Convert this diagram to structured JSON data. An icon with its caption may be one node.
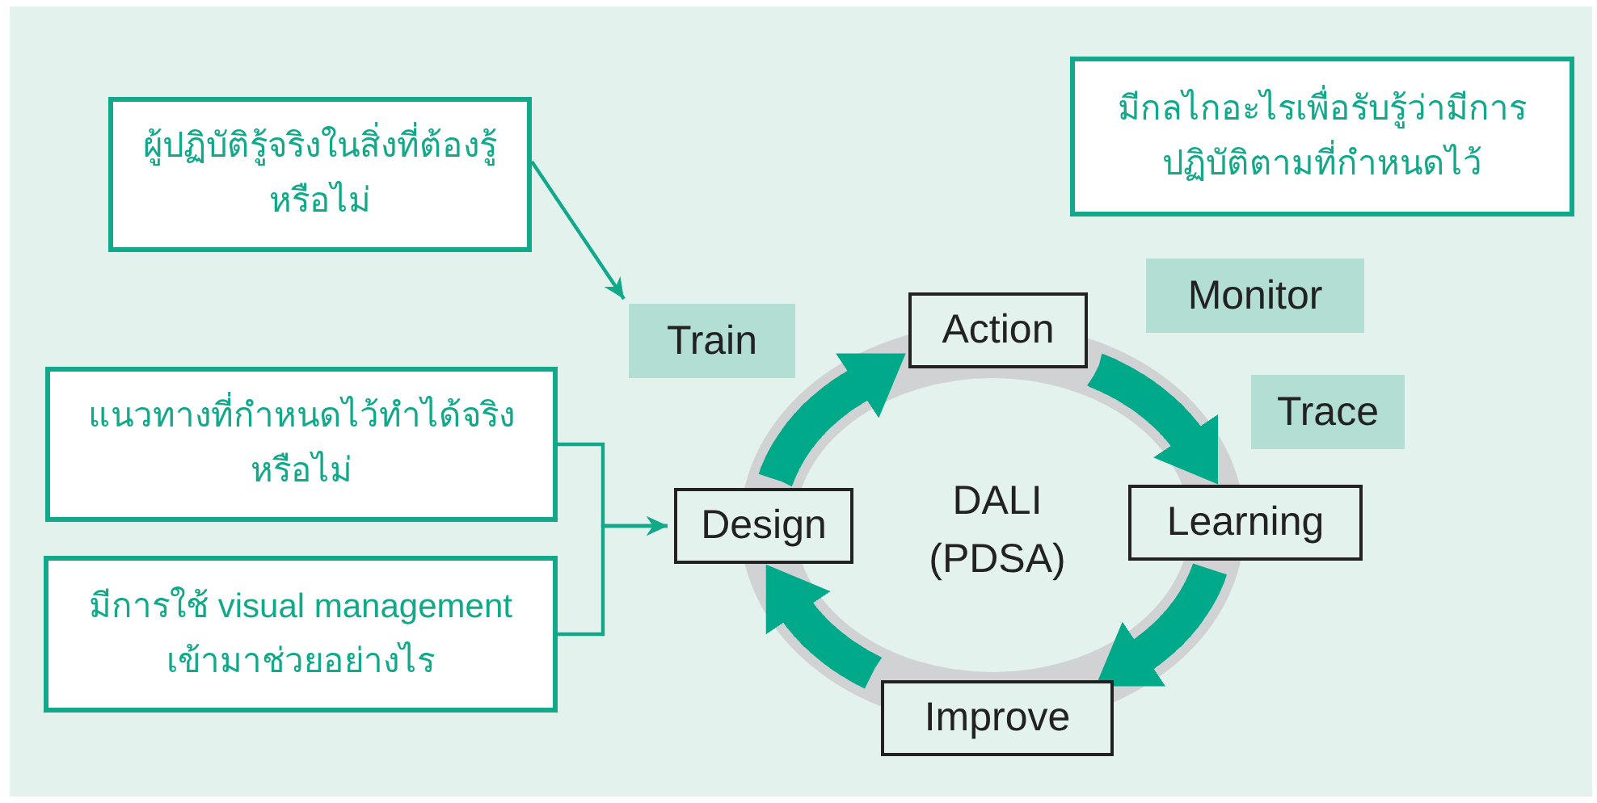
{
  "diagram": {
    "nodes": [
      {
        "text": [
          "ผู้ปฏิบัติรู้จริงในสิ่งที่ต้องรู้หรือไม่"
        ]
      },
      {
        "text": [
          "มีกลไกอะไรเพื่อรับรู้ว่ามีการปฏิบัติตามที่กำหนดไว้"
        ]
      },
      {
        "text": [
          "Train"
        ]
      },
      {
        "text": [
          "Action"
        ]
      },
      {
        "text": [
          "Monitor"
        ]
      },
      {
        "text": [
          "Trace"
        ]
      },
      {
        "text": [
          "แนวทางที่กำหนดไว้ทำได้จริงหรือไม่"
        ]
      },
      {
        "text": [
          "Design"
        ]
      },
      {
        "text": [
          "Learning"
        ]
      },
      {
        "text": [
          "มีการใช้ visual management เข้ามาช่วยอย่างไร"
        ]
      },
      {
        "text": [
          "Improve"
        ]
      }
    ],
    "edges": [
      {
        "from": 0,
        "to": 2,
        "arrow": "to"
      },
      {
        "from": 6,
        "to": 7,
        "arrow": "to"
      },
      {
        "from": 9,
        "to": 7,
        "arrow": "to"
      },
      {
        "from": 7,
        "to": 3,
        "arrow": "to"
      },
      {
        "from": 3,
        "to": 8,
        "arrow": "to"
      },
      {
        "from": 8,
        "to": 10,
        "arrow": "to"
      },
      {
        "from": 10,
        "to": 7,
        "arrow": "to"
      }
    ],
    "labels": [
      "DALI (PDSA)"
    ]
  }
}
